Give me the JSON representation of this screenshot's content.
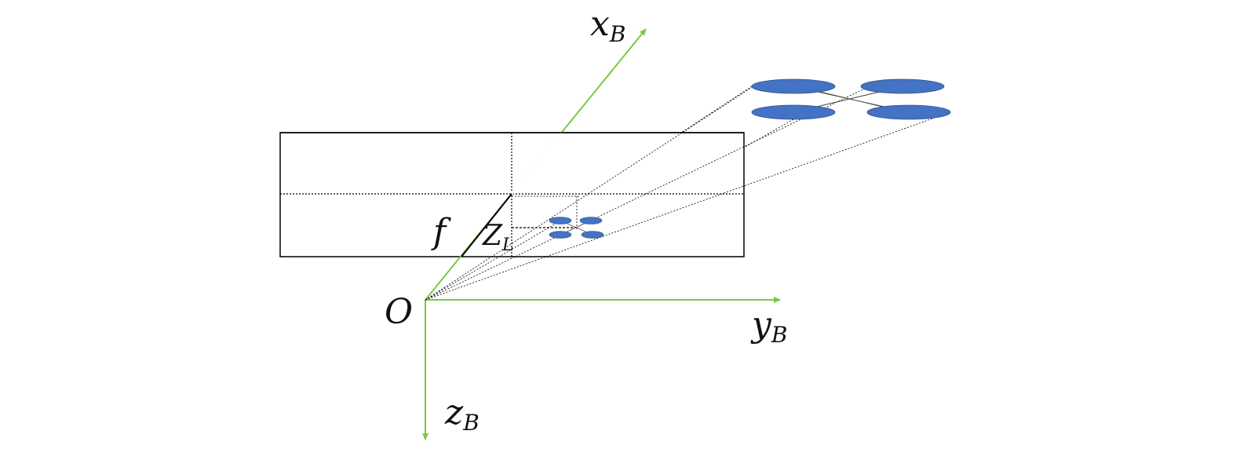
{
  "labels": {
    "origin": "O",
    "focal_length": "f",
    "x_axis": {
      "main": "x",
      "sub": "B"
    },
    "y_axis": {
      "main": "y",
      "sub": "B"
    },
    "z_axis": {
      "main": "z",
      "sub": "B"
    },
    "z_l": {
      "main": "Z",
      "sub": "L"
    }
  },
  "colors": {
    "axis": "#7ac943",
    "frame": "#000000",
    "rotor": "#4472c4",
    "rotor_stroke": "#2f528f",
    "text": "#111111"
  }
}
